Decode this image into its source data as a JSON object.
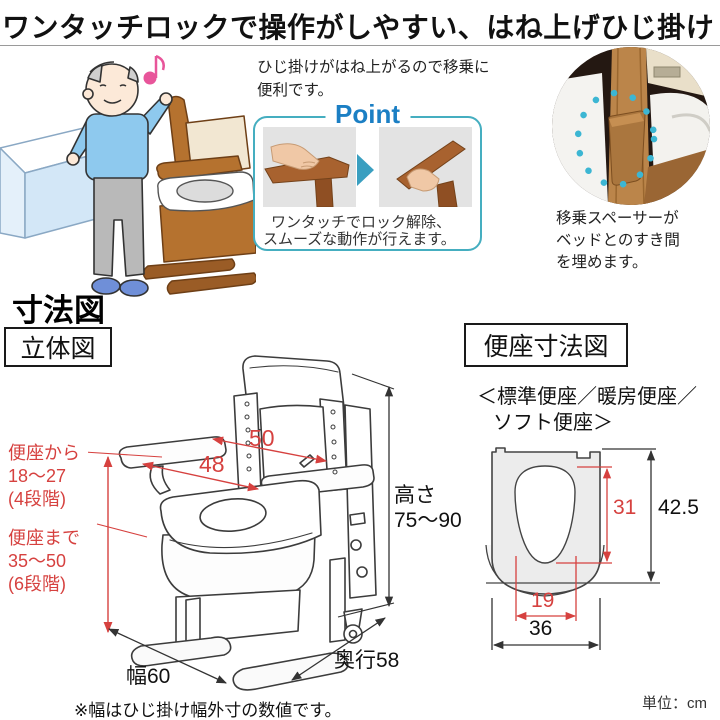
{
  "title": "ワンタッチロックで操作がしやすい、はね上げひじ掛け",
  "intro": {
    "line1": "ひじ掛けがはね上がるので移乗に",
    "line2": "便利です。"
  },
  "point": {
    "label": "Point",
    "cap1": "ワンタッチでロック解除、",
    "cap2": "スムーズな動作が行えます。"
  },
  "spacer": {
    "line1": "移乗スペーサーが",
    "line2": "ベッドとのすき間",
    "line3": "を埋めます。"
  },
  "dims": {
    "heading": "寸法図",
    "persp_label": "立体図",
    "d50": "50",
    "d48": "48",
    "height_l1": "高さ",
    "height_l2": "75～90",
    "from_l1": "便座から",
    "from_l2": "18～27",
    "from_l3": "(4段階)",
    "to_l1": "便座まで",
    "to_l2": "35～50",
    "to_l3": "(6段階)",
    "width": "幅60",
    "depth": "奥行58",
    "note": "※幅はひじ掛け幅外寸の数値です。",
    "seat_label": "便座寸法図",
    "seat_types_l1": "＜標準便座／暖房便座／",
    "seat_types_l2": "ソフト便座＞",
    "hole_h": "31",
    "total_h": "42.5",
    "hole_w": "19",
    "total_w": "36",
    "unit": "単位：cm"
  },
  "colors": {
    "accent_red": "#d6413f",
    "accent_teal": "#45aec0",
    "point_blue": "#1b7fc4",
    "wood_brown": "#b5722f"
  }
}
